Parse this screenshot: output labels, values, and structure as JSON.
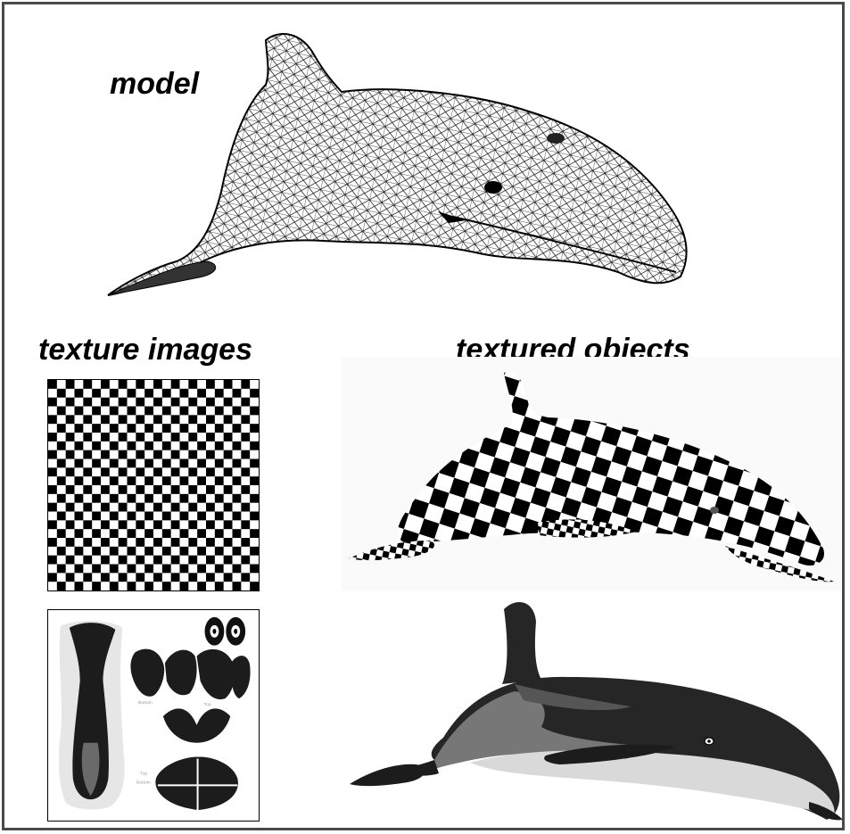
{
  "labels": {
    "model": "model",
    "texture_images": "texture images",
    "textured_objects": "textured objects"
  },
  "texture_atlas": {
    "top_1": "Top",
    "bottom_1": "Bottom",
    "top_2": "Top",
    "bottom_2": "Bottom"
  },
  "colors": {
    "frame": "#4a4a4a",
    "dark_dolphin": "#262626",
    "mid_gray_stripe": "#777777",
    "belly": "#d9d9d9",
    "back_highlight": "#555555"
  },
  "checkerboard": {
    "cells_per_side": 24
  },
  "icons": [
    "wireframe-dolphin-icon",
    "checker-dolphin-icon",
    "painted-dolphin-icon",
    "texture-atlas-icon"
  ]
}
